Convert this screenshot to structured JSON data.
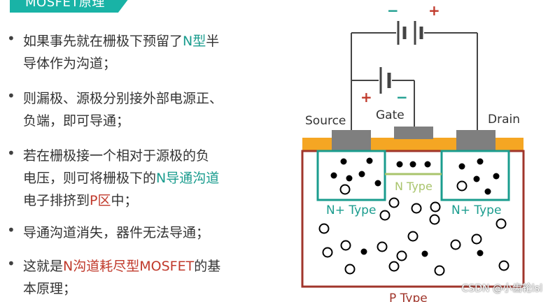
{
  "title": "MOSFET原理",
  "bullets": [
    {
      "lines": [
        [
          {
            "t": "如果事先就在栅极下预留了"
          },
          {
            "t": "N型",
            "c": "teal"
          },
          {
            "t": "半"
          }
        ],
        [
          {
            "t": "导体作为沟道；"
          }
        ]
      ]
    },
    {
      "lines": [
        [
          {
            "t": "则漏极、源极分别接外部电源正、"
          }
        ],
        [
          {
            "t": "负端，即可导通；"
          }
        ]
      ]
    },
    {
      "lines": [
        [
          {
            "t": "若在栅极接一个相对于源极的负"
          }
        ],
        [
          {
            "t": "电压，则可将栅极下的"
          },
          {
            "t": "N导通沟道",
            "c": "teal"
          }
        ],
        [
          {
            "t": "电子排挤到"
          },
          {
            "t": "P区",
            "c": "red"
          },
          {
            "t": "中；"
          }
        ]
      ]
    },
    {
      "lines": [
        [
          {
            "t": "导通沟道消失，器件无法导通；"
          }
        ]
      ]
    },
    {
      "lines": [
        [
          {
            "t": "这就是"
          },
          {
            "t": "N沟道耗尽型MOSFET",
            "c": "red"
          },
          {
            "t": "的基"
          }
        ],
        [
          {
            "t": "本原理；"
          }
        ]
      ]
    }
  ],
  "bullet_glyph": "•",
  "diagram": {
    "top_battery_signs": {
      "minus": "−",
      "plus": "+"
    },
    "gate_battery_signs": {
      "plus": "+",
      "minus": "−"
    },
    "source_label": "Source",
    "gate_label": "Gate",
    "drain_label": "Drain",
    "n_plus_left": "N+ Type",
    "n_plus_right": "N+ Type",
    "n_channel": "N Type",
    "p_region": "P Type"
  },
  "colors": {
    "teal": "#1a9c8e",
    "red": "#c0392b",
    "oxide": "#f5a623",
    "contact": "#7f7f7f",
    "p_border": "#a0352b",
    "channel_text": "#a9c46c"
  },
  "watermark": "CSDN @小齿轮lsl"
}
